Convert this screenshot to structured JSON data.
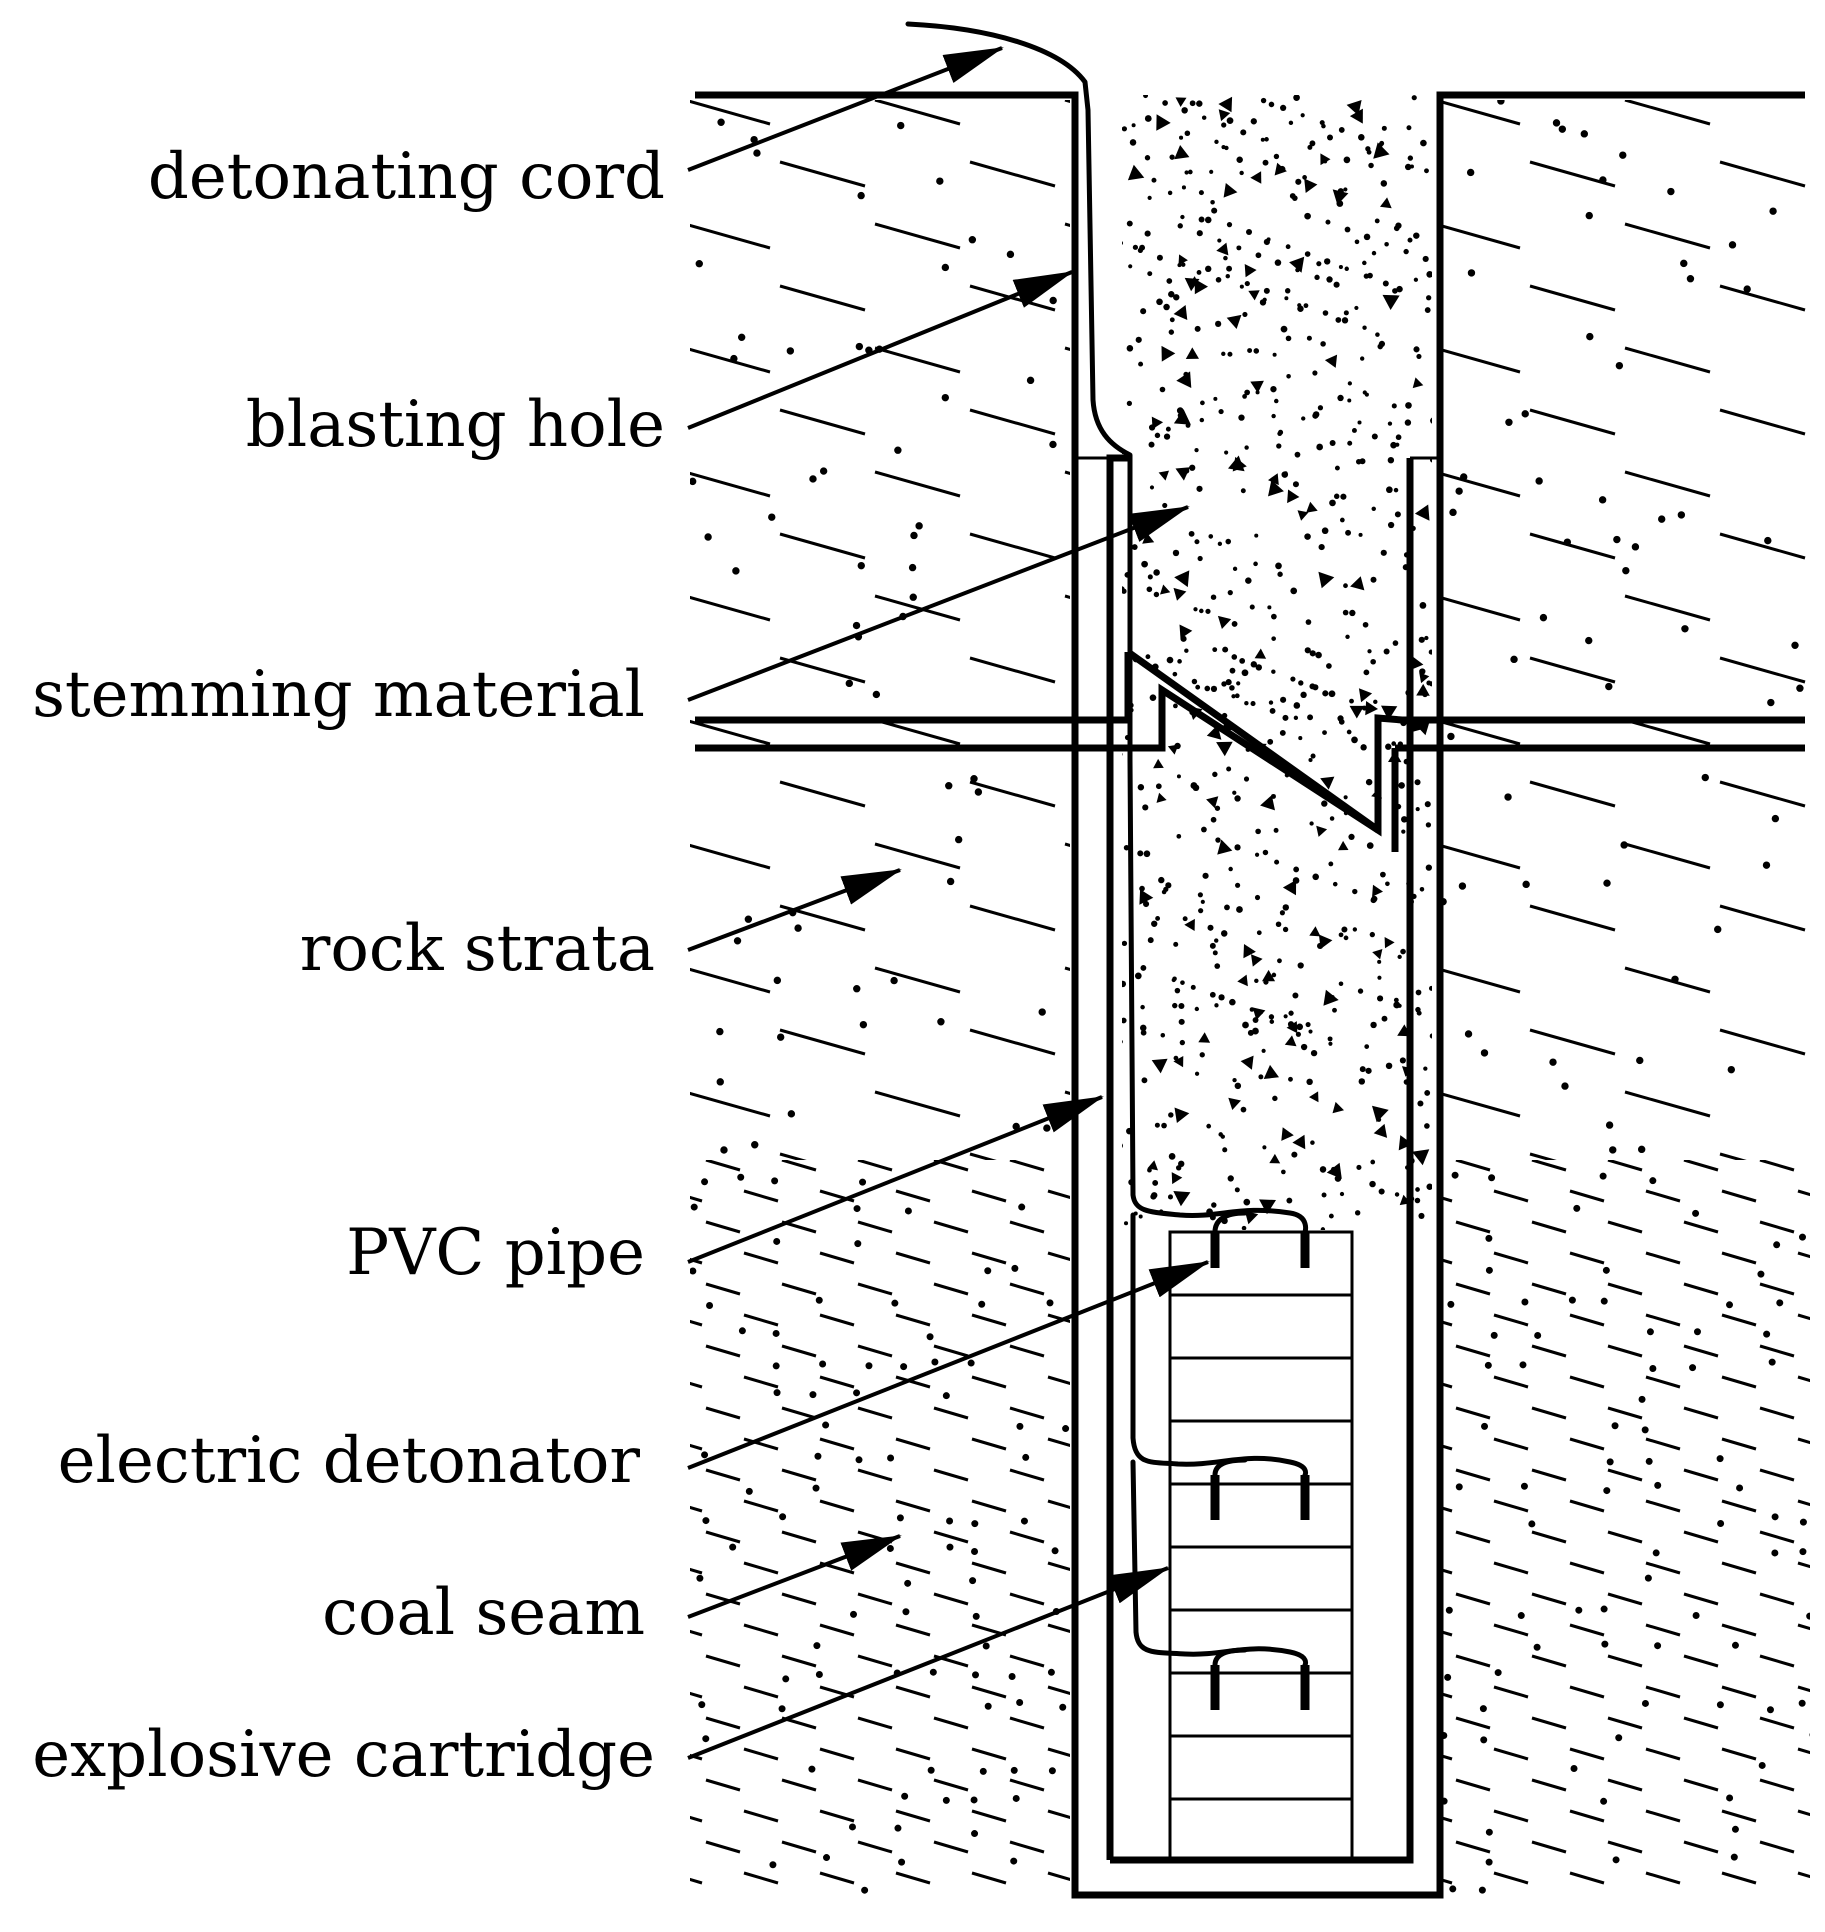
{
  "labels": {
    "detonating_cord": "detonating cord",
    "blasting_hole": "blasting hole",
    "stemming_material": "stemming material",
    "rock_strata": "rock strata",
    "pvc_pipe": "PVC pipe",
    "electric_detonator": "electric detonator",
    "coal_seam": "coal seam",
    "explosive_cartridge": "explosive cartridge"
  },
  "colors": {
    "ink": "#000000",
    "background": "#ffffff"
  }
}
